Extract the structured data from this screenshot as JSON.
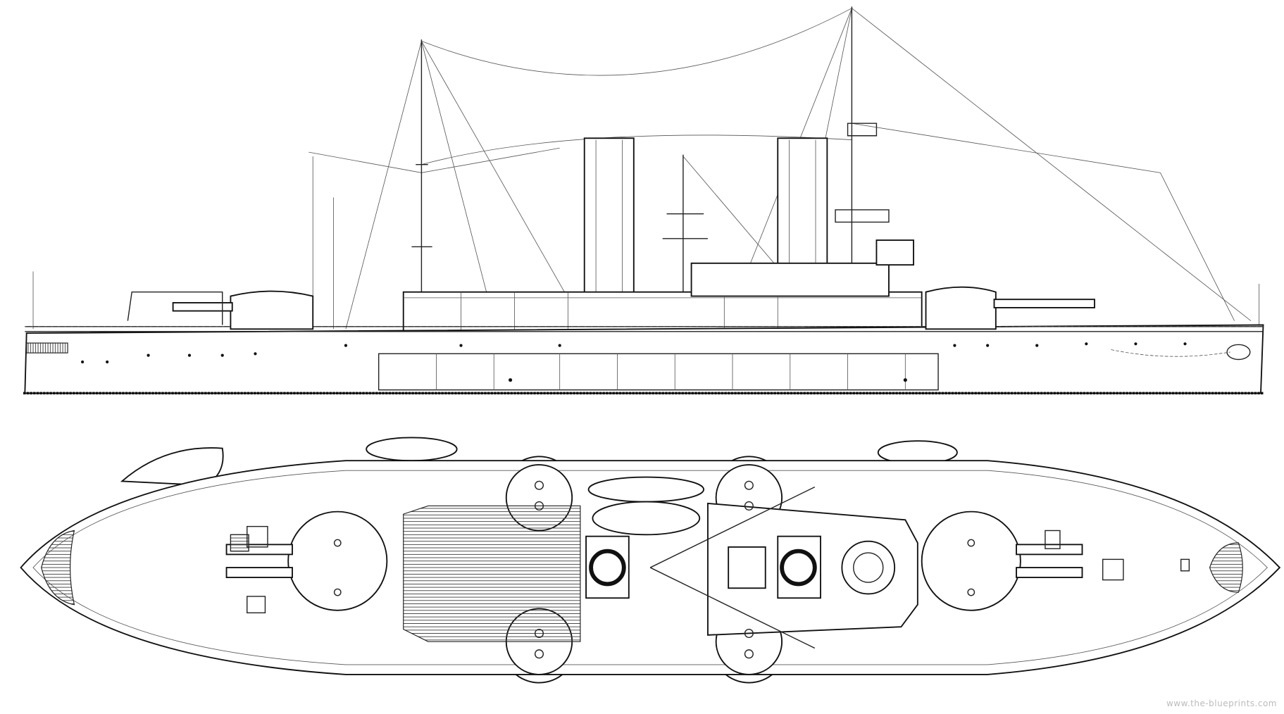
{
  "drawing": {
    "views": [
      "side-elevation",
      "plan-view"
    ],
    "watermark": "www.the-blueprints.com"
  }
}
